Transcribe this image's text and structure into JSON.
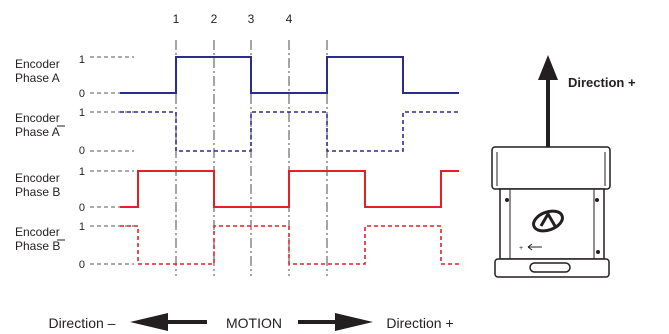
{
  "timing_diagram": {
    "step_labels": [
      "1",
      "2",
      "3",
      "4"
    ],
    "level_high": "1",
    "level_low": "0",
    "signals": [
      {
        "line1": "Encoder",
        "line2": "Phase A",
        "overline": false,
        "color": "#2b2d8e",
        "style": "solid",
        "levels": [
          0,
          0,
          1,
          1,
          0,
          0,
          1,
          1,
          0,
          0,
          0
        ]
      },
      {
        "line1": "Encoder",
        "line2": "Phase A",
        "overline": true,
        "color": "#2b2d8e",
        "style": "dashed",
        "levels": [
          1,
          1,
          0,
          0,
          1,
          1,
          0,
          0,
          1,
          1,
          1
        ]
      },
      {
        "line1": "Encoder",
        "line2": "Phase B",
        "overline": false,
        "color": "#e02228",
        "style": "solid",
        "levels": [
          0,
          1,
          1,
          0,
          0,
          1,
          1,
          0,
          0,
          1,
          1
        ]
      },
      {
        "line1": "Encoder",
        "line2": "Phase B",
        "overline": true,
        "color": "#e02228",
        "style": "dashed",
        "levels": [
          1,
          0,
          0,
          1,
          1,
          0,
          0,
          1,
          1,
          0,
          0
        ]
      }
    ]
  },
  "motion_bar": {
    "left_label": "Direction –",
    "center_label": "MOTION",
    "right_label": "Direction +"
  },
  "device": {
    "direction_label": "Direction +"
  }
}
